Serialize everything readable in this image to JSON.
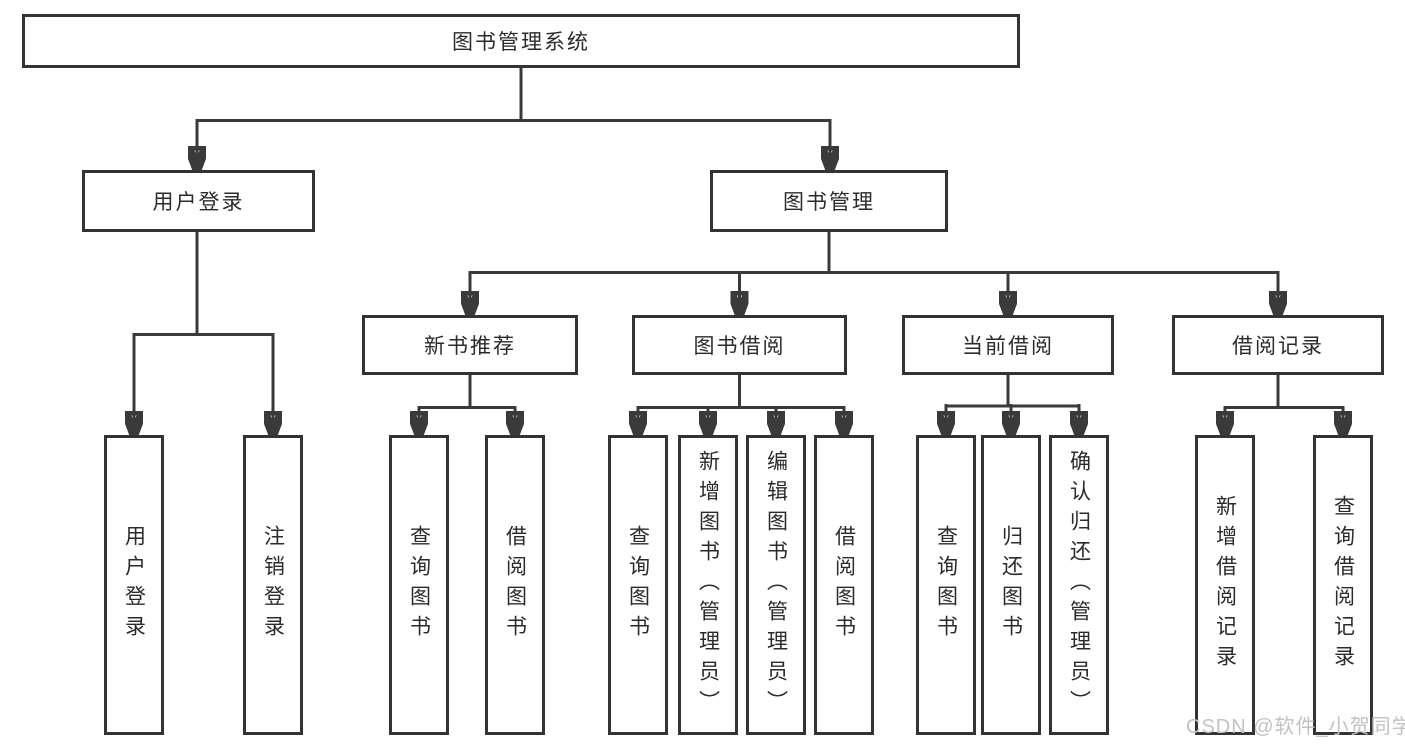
{
  "tree": {
    "label": "图书管理系统",
    "children": [
      {
        "label": "用户登录",
        "children": [
          {
            "label": "用户登录"
          },
          {
            "label": "注销登录"
          }
        ]
      },
      {
        "label": "图书管理",
        "children": [
          {
            "label": "新书推荐",
            "children": [
              {
                "label": "查询图书"
              },
              {
                "label": "借阅图书"
              }
            ]
          },
          {
            "label": "图书借阅",
            "children": [
              {
                "label": "查询图书"
              },
              {
                "label": "新增图书（管理员）"
              },
              {
                "label": "编辑图书（管理员）"
              },
              {
                "label": "借阅图书"
              }
            ]
          },
          {
            "label": "当前借阅",
            "children": [
              {
                "label": "查询图书"
              },
              {
                "label": "归还图书"
              },
              {
                "label": "确认归还（管理员）"
              }
            ]
          },
          {
            "label": "借阅记录",
            "children": [
              {
                "label": "新增借阅记录"
              },
              {
                "label": "查询借阅记录"
              }
            ]
          }
        ]
      }
    ]
  },
  "watermark": {
    "text": "CSDN @软件_小贺同学"
  },
  "colors": {
    "line": "#3a3a3a",
    "border": "#333333",
    "text": "#2b2b2b",
    "watermark": "#c2c2c2",
    "background": "#ffffff"
  }
}
